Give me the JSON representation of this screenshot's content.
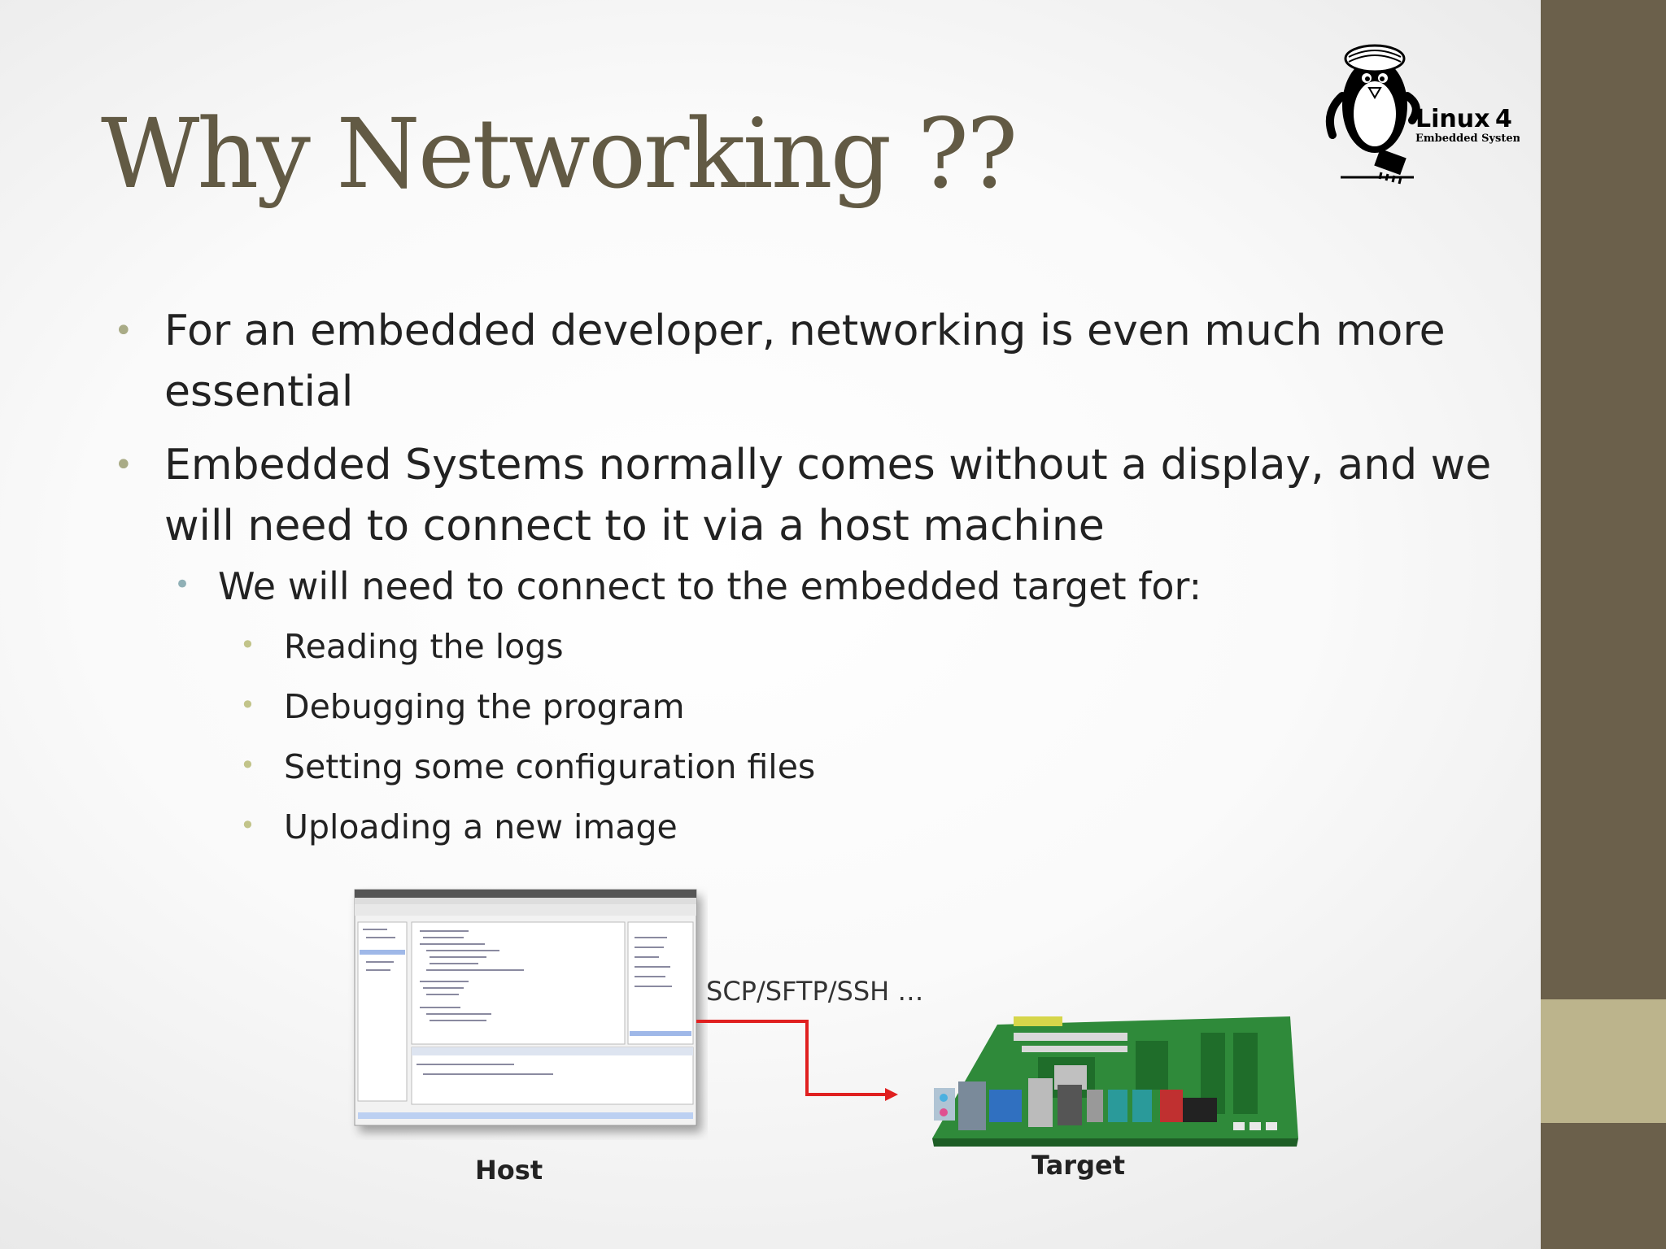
{
  "slide": {
    "title": "Why Networking ??",
    "logo": {
      "brand": "Linux",
      "brand_suffix": "4",
      "tagline": "Embedded Systems"
    },
    "bullets": [
      {
        "level": 1,
        "text": "For an embedded developer, networking is even much more"
      },
      {
        "level": 1,
        "text": "essential",
        "continuation": true
      },
      {
        "level": 1,
        "text": "Embedded Systems normally comes without a display, and we"
      },
      {
        "level": 1,
        "text": "will need to connect to it via a host machine",
        "continuation": true
      },
      {
        "level": 2,
        "text": "We will need to connect to the embedded target for:"
      },
      {
        "level": 3,
        "text": "Reading the logs"
      },
      {
        "level": 3,
        "text": "Debugging the program"
      },
      {
        "level": 3,
        "text": "Setting some configuration files"
      },
      {
        "level": 3,
        "text": "Uploading a new image"
      }
    ],
    "diagram": {
      "host_label": "Host",
      "target_label": "Target",
      "protocol_label": "SCP/SFTP/SSH …"
    }
  },
  "colors": {
    "title": "#625a44",
    "sidebar": "#6b604b",
    "sidebar_accent": "#bcb48c",
    "arrow": "#e02020"
  }
}
